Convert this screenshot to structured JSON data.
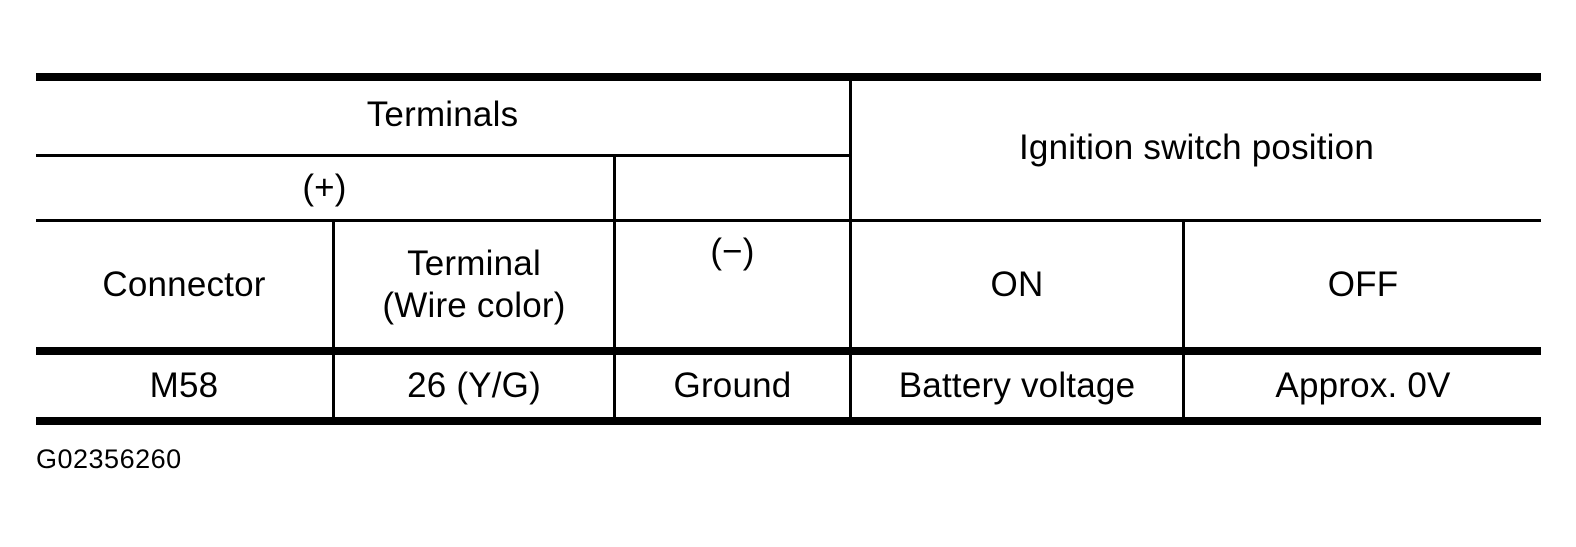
{
  "table": {
    "header_groups": [
      {
        "id": "terminals",
        "label": "Terminals"
      },
      {
        "id": "ignition",
        "label": "Ignition switch position"
      }
    ],
    "subheader": {
      "positive": "(+)",
      "negative": "(−)"
    },
    "columns": [
      {
        "id": "connector",
        "label": "Connector"
      },
      {
        "id": "terminal",
        "label": "Terminal\n(Wire color)"
      },
      {
        "id": "minus",
        "label": "(−)"
      },
      {
        "id": "on",
        "label": "ON"
      },
      {
        "id": "off",
        "label": "OFF"
      }
    ],
    "rows": [
      {
        "connector": "M58",
        "terminal": "26 (Y/G)",
        "minus": "Ground",
        "on": "Battery voltage",
        "off": "Approx. 0V"
      }
    ]
  },
  "caption": {
    "text": "G02356260"
  },
  "colors": {
    "ink": "#000000",
    "page": "#ffffff"
  }
}
